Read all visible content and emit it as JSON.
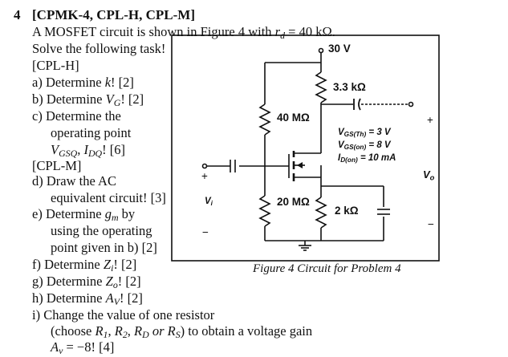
{
  "problem": {
    "number": "4",
    "tags": "[CPMK-4, CPL-H, CPL-M]",
    "intro_prefix": "A MOSFET circuit is shown in Figure 4 with ",
    "rd_symbol": "r",
    "rd_sub": "d",
    "rd_value": " = 40 kΩ.",
    "solve": "Solve the following task!",
    "cplh": "[CPL-H]",
    "cplm": "[CPL-M]"
  },
  "tasks": {
    "a": {
      "letter": "a)",
      "text": "Determine ",
      "var": "k",
      "tail": "! [2]"
    },
    "b": {
      "letter": "b)",
      "text": "Determine ",
      "var": "V",
      "sub": "G",
      "tail": "! [2]"
    },
    "c": {
      "letter": "c)",
      "line1": "Determine the",
      "line2": "operating point",
      "var1": "V",
      "sub1": "GSQ",
      "sep": ", ",
      "var2": "I",
      "sub2": "DQ",
      "tail": "! [6]"
    },
    "d": {
      "letter": "d)",
      "line1": "Draw the AC",
      "line2": "equivalent circuit! [3]"
    },
    "e": {
      "letter": "e)",
      "line1": "Determine ",
      "var": "g",
      "sub": "m",
      "line1_tail": " by",
      "line2": "using the operating",
      "line3": "point given in b) [2]"
    },
    "f": {
      "letter": "f)",
      "text": "Determine ",
      "var": "Z",
      "sub": "i",
      "tail": "! [2]"
    },
    "g": {
      "letter": "g)",
      "text": "Determine ",
      "var": "Z",
      "sub": "o",
      "tail": "! [2]"
    },
    "h": {
      "letter": "h)",
      "text": "Determine ",
      "var": "A",
      "sub": "V",
      "tail": "! [2]"
    },
    "i": {
      "letter": "i)",
      "line1": "Change the value of one resistor",
      "line2_prefix": "(choose ",
      "line2_vars": "R",
      "line2_tail": " or ",
      "line2_end": ") to obtain a voltage gain",
      "line3_var": "A",
      "line3_sub": "v",
      "line3_tail": " = −8! [4]"
    }
  },
  "circuit": {
    "supply": "30 V",
    "r_drain": "3.3 kΩ",
    "r_gate_top": "40 MΩ",
    "r_gate_bottom": "20 MΩ",
    "r_source": "2 kΩ",
    "vgs_th_label": "V",
    "vgs_th_sub": "GS(Th)",
    "vgs_th_value": " = 3 V",
    "vgs_on_label": "V",
    "vgs_on_sub": "GS(on)",
    "vgs_on_value": " = 8 V",
    "id_on_label": "I",
    "id_on_sub": "D(on)",
    "id_on_value": " = 10 mA",
    "vi_label": "V",
    "vi_sub": "i",
    "vo_label": "V",
    "vo_sub": "o",
    "plus": "+",
    "minus": "−",
    "caption": "Figure 4 Circuit for Problem 4"
  }
}
